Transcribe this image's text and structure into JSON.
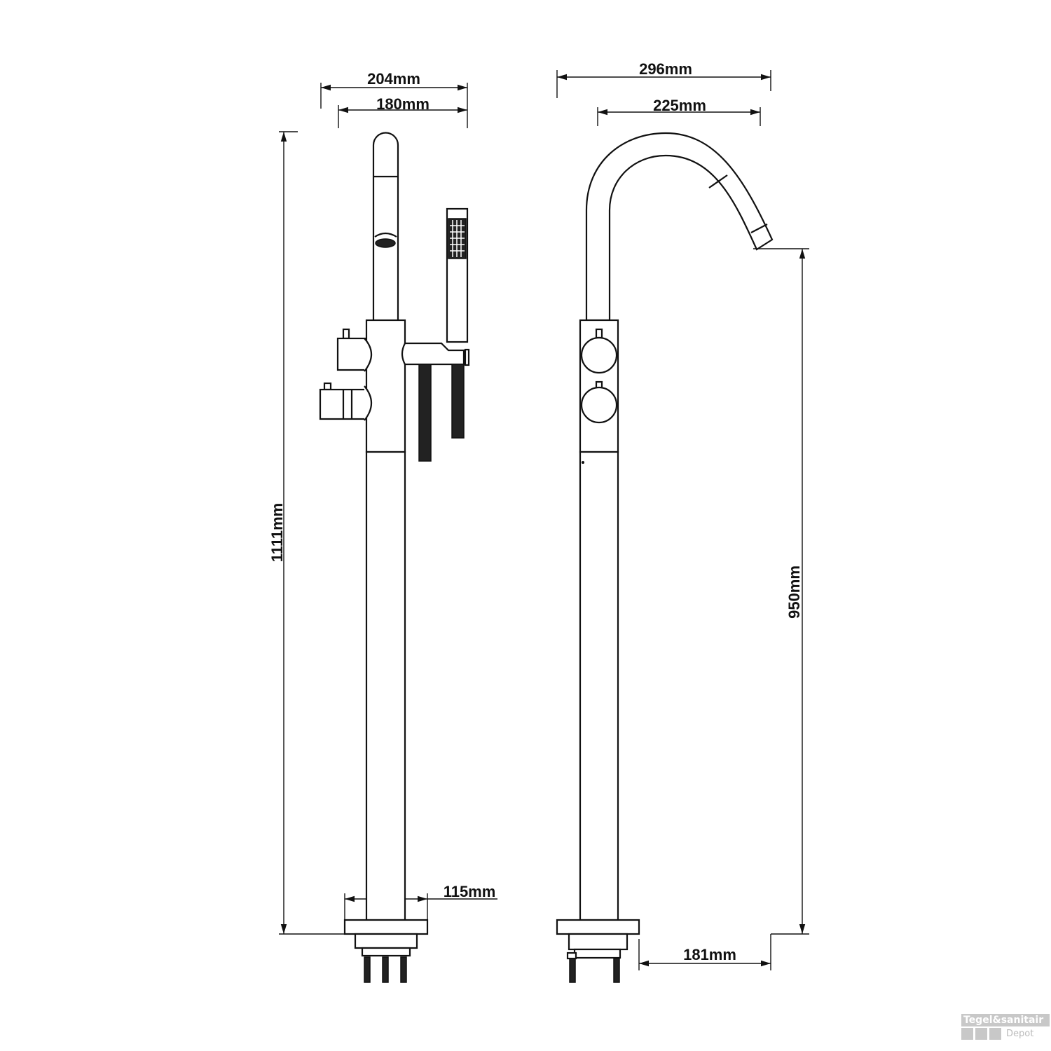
{
  "dimensions": {
    "front_width_total": "204mm",
    "front_width_spout": "180mm",
    "total_height": "1111mm",
    "base_width": "115mm",
    "side_width_total": "296mm",
    "side_spout_reach": "225mm",
    "spout_height": "950mm",
    "side_base_offset": "181mm"
  },
  "watermark": {
    "brand": "Tegel&sanitair",
    "sub": "Depot"
  }
}
